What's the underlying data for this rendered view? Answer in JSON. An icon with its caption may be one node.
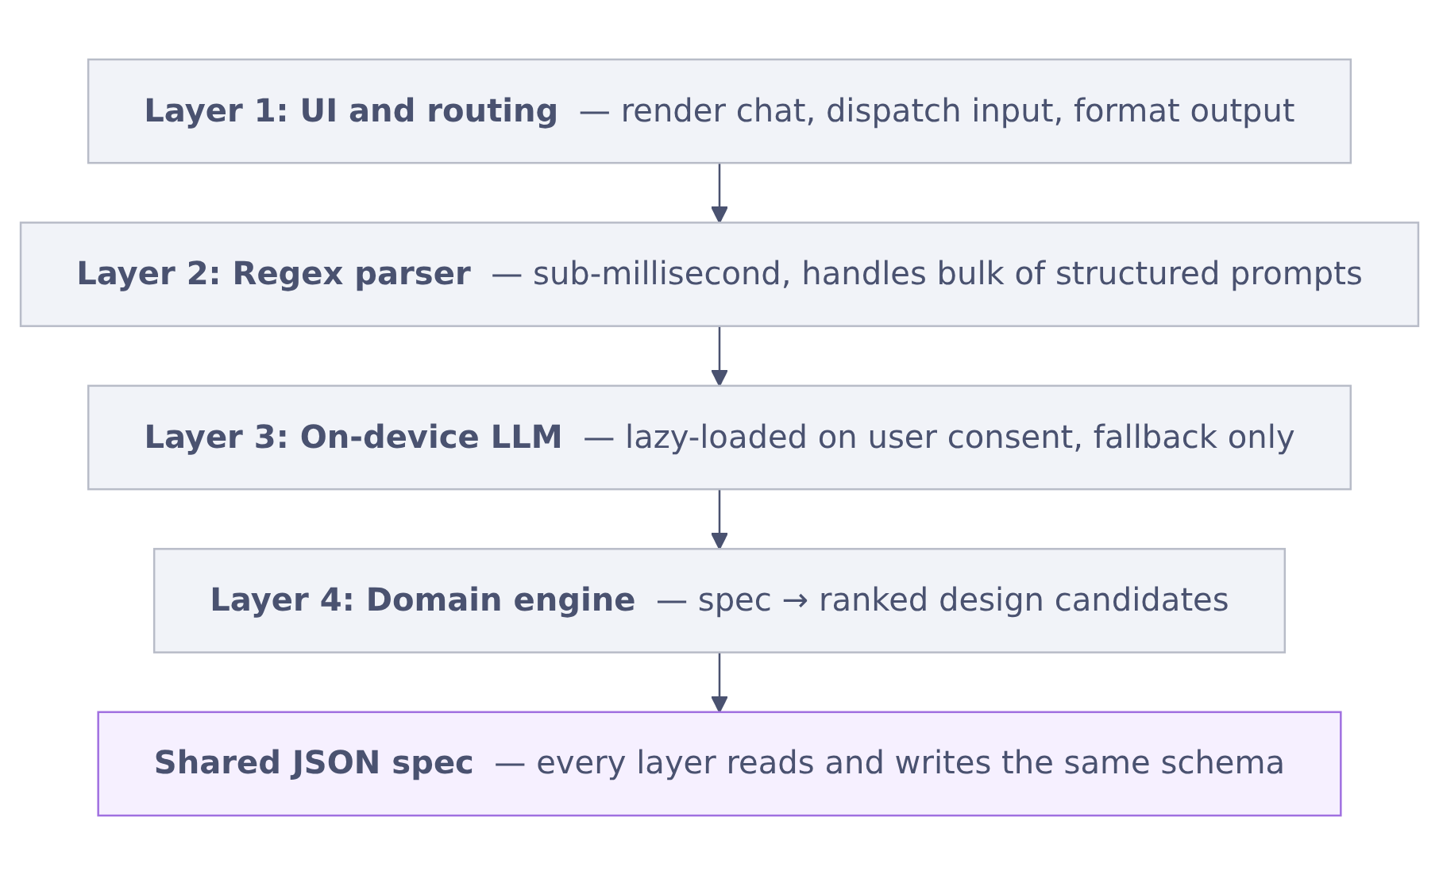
{
  "diagram": {
    "nodes": [
      {
        "text": [
          "Layer 1: UI and routing",
          "— render chat, dispatch input, format output"
        ]
      },
      {
        "text": [
          "Layer 2: Regex parser",
          "— sub-millisecond, handles bulk of structured prompts"
        ]
      },
      {
        "text": [
          "Layer 3: On-device LLM",
          "— lazy-loaded on user consent, fallback only"
        ]
      },
      {
        "text": [
          "Layer 4: Domain engine",
          "— spec → ranked design candidates"
        ]
      },
      {
        "text": [
          "Shared JSON spec",
          "— every layer reads and writes the same schema"
        ]
      }
    ],
    "edges": [
      {
        "from": 0,
        "to": 1,
        "arrow": "to"
      },
      {
        "from": 1,
        "to": 2,
        "arrow": "to"
      },
      {
        "from": 2,
        "to": 3,
        "arrow": "to"
      },
      {
        "from": 3,
        "to": 4,
        "arrow": "to"
      }
    ]
  }
}
